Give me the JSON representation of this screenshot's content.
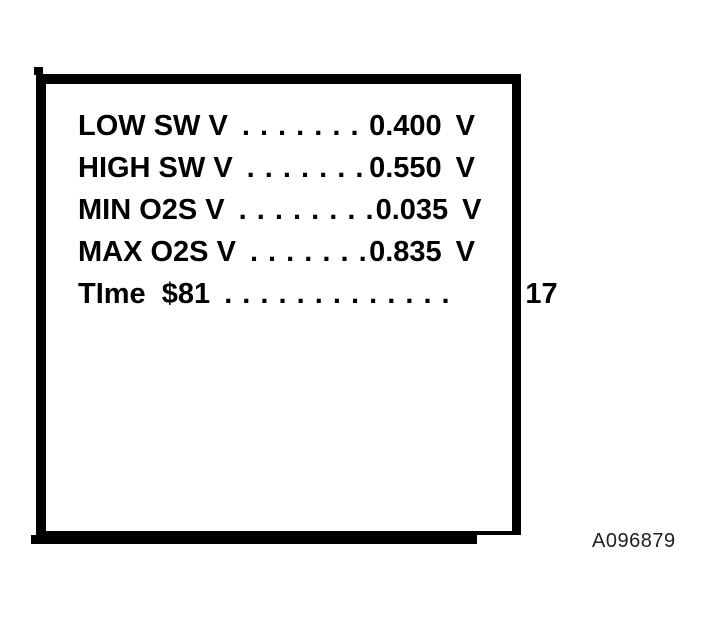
{
  "figure": {
    "scan_tool_display": {
      "rows": [
        {
          "label": "LOW SW V",
          "dots": ". . . . . . .",
          "value": "0.400",
          "unit": "V"
        },
        {
          "label": "HIGH SW V",
          "dots": ". . . . . . .",
          "value": "0.550",
          "unit": "V"
        },
        {
          "label": "MIN O2S V",
          "dots": ". . . . . . . .",
          "value": "0.035",
          "unit": "V"
        },
        {
          "label": "MAX O2S V",
          "dots": ". . . . . . .",
          "value": "0.835",
          "unit": "V"
        },
        {
          "label": "TIme  $81",
          "dots": ". . . . . . . . . . . . .",
          "value": "17",
          "unit": ""
        }
      ]
    },
    "figure_id": "A096879",
    "colors": {
      "ink": "#000000",
      "background": "#ffffff",
      "figure_id_ink": "#1f1f1f"
    }
  }
}
